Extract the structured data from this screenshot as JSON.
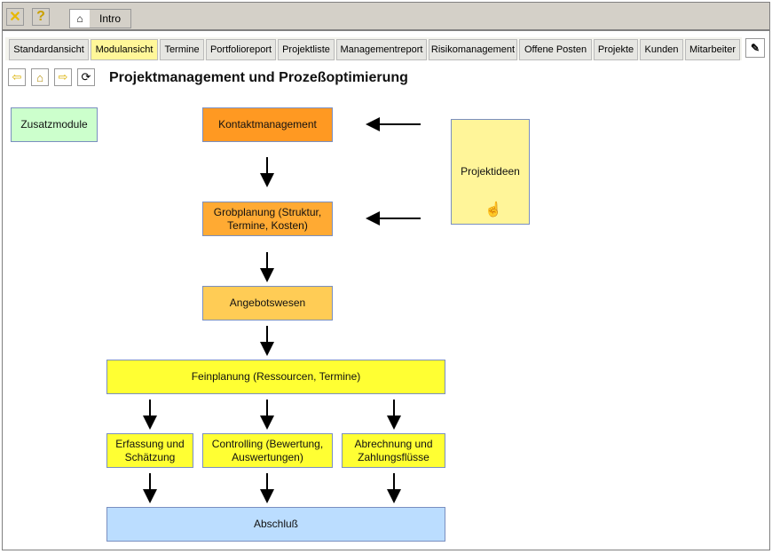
{
  "toolbar": {
    "close_icon": "close-icon",
    "help_icon": "help-icon",
    "intro_label": "Intro"
  },
  "tabs": [
    {
      "label": "Standardansicht"
    },
    {
      "label": "Modulansicht",
      "active": true
    },
    {
      "label": "Termine"
    },
    {
      "label": "Portfolioreport"
    },
    {
      "label": "Projektliste"
    },
    {
      "label": "Managementreport"
    },
    {
      "label": "Risikomanagement"
    },
    {
      "label": "Offene Posten"
    },
    {
      "label": "Projekte"
    },
    {
      "label": "Kunden"
    },
    {
      "label": "Mitarbeiter"
    }
  ],
  "page": {
    "title": "Projektmanagement und Prozeßoptimierung"
  },
  "modules": {
    "zusatz": "Zusatzmodule",
    "kontakt": "Kontaktmanagement",
    "grob": "Grobplanung (Struktur, Termine, Kosten)",
    "angebot": "Angebotswesen",
    "fein": "Feinplanung (Ressourcen, Termine)",
    "erfassung": "Erfassung und Schätzung",
    "controlling": "Controlling (Bewertung, Auswertungen)",
    "abrechnung": "Abrechnung und Zahlungsflüsse",
    "abschluss": "Abschluß",
    "ideen": "Projektideen"
  },
  "colors": {
    "kontakt": "#ff9922",
    "grob": "#ffaa33",
    "angebot": "#ffcc55",
    "fein": "#ffff33",
    "zusatz": "#ccffcc",
    "abschluss": "#bbddff",
    "ideen": "#fff599",
    "active_tab": "#fff799"
  }
}
